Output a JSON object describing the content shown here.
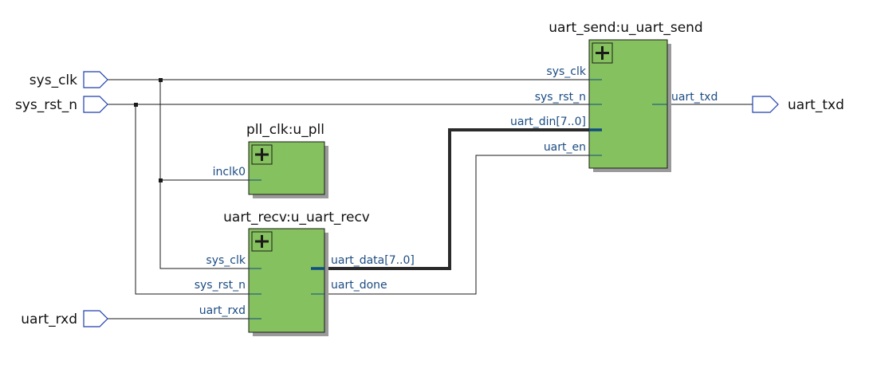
{
  "ports": {
    "sys_clk": "sys_clk",
    "sys_rst_n": "sys_rst_n",
    "uart_rxd": "uart_rxd",
    "uart_txd": "uart_txd"
  },
  "blocks": {
    "uart_send": {
      "title": "uart_send:u_uart_send",
      "pins": {
        "sys_clk": "sys_clk",
        "sys_rst_n": "sys_rst_n",
        "uart_din": "uart_din[7..0]",
        "uart_en": "uart_en",
        "uart_txd": "uart_txd"
      }
    },
    "pll_clk": {
      "title": "pll_clk:u_pll",
      "pins": {
        "inclk0": "inclk0"
      }
    },
    "uart_recv": {
      "title": "uart_recv:u_uart_recv",
      "pins": {
        "sys_clk": "sys_clk",
        "sys_rst_n": "sys_rst_n",
        "uart_rxd": "uart_rxd",
        "uart_data": "uart_data[7..0]",
        "uart_done": "uart_done"
      }
    }
  },
  "colors": {
    "block_fill": "#85c15e",
    "pin_label": "#1c4c82",
    "port_outline": "#1f3fae",
    "wire": "#1a1a1a"
  }
}
